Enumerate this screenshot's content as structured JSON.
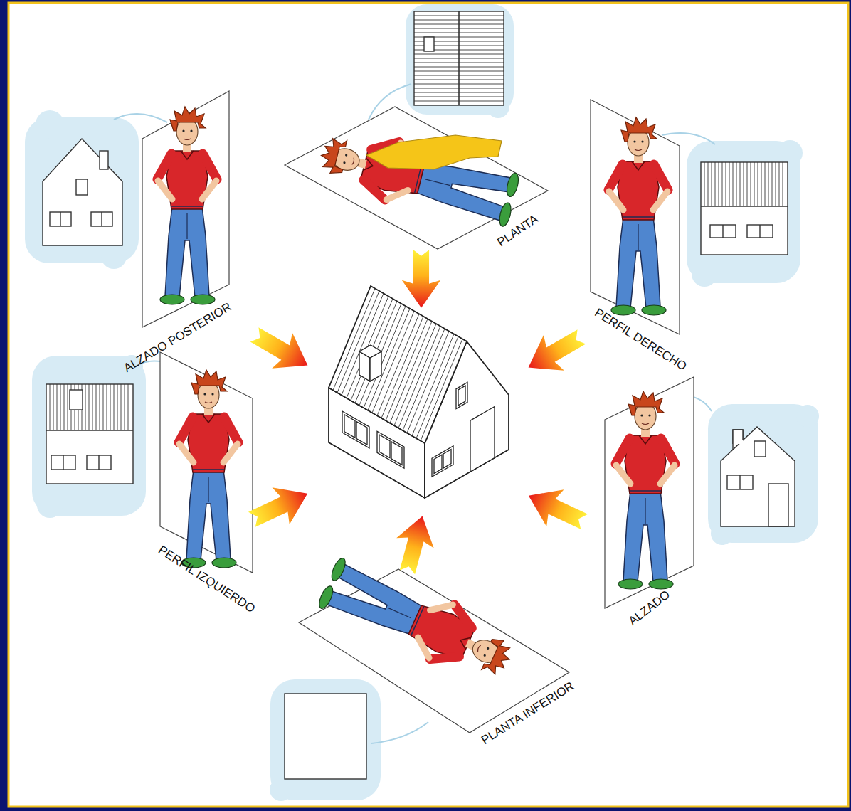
{
  "diagram": {
    "labels": [
      "PLANTA",
      "ALZADO POSTERIOR",
      "PERFIL DERECHO",
      "PERFIL IZQUIERDO",
      "ALZADO",
      "PLANTA INFERIOR"
    ]
  }
}
